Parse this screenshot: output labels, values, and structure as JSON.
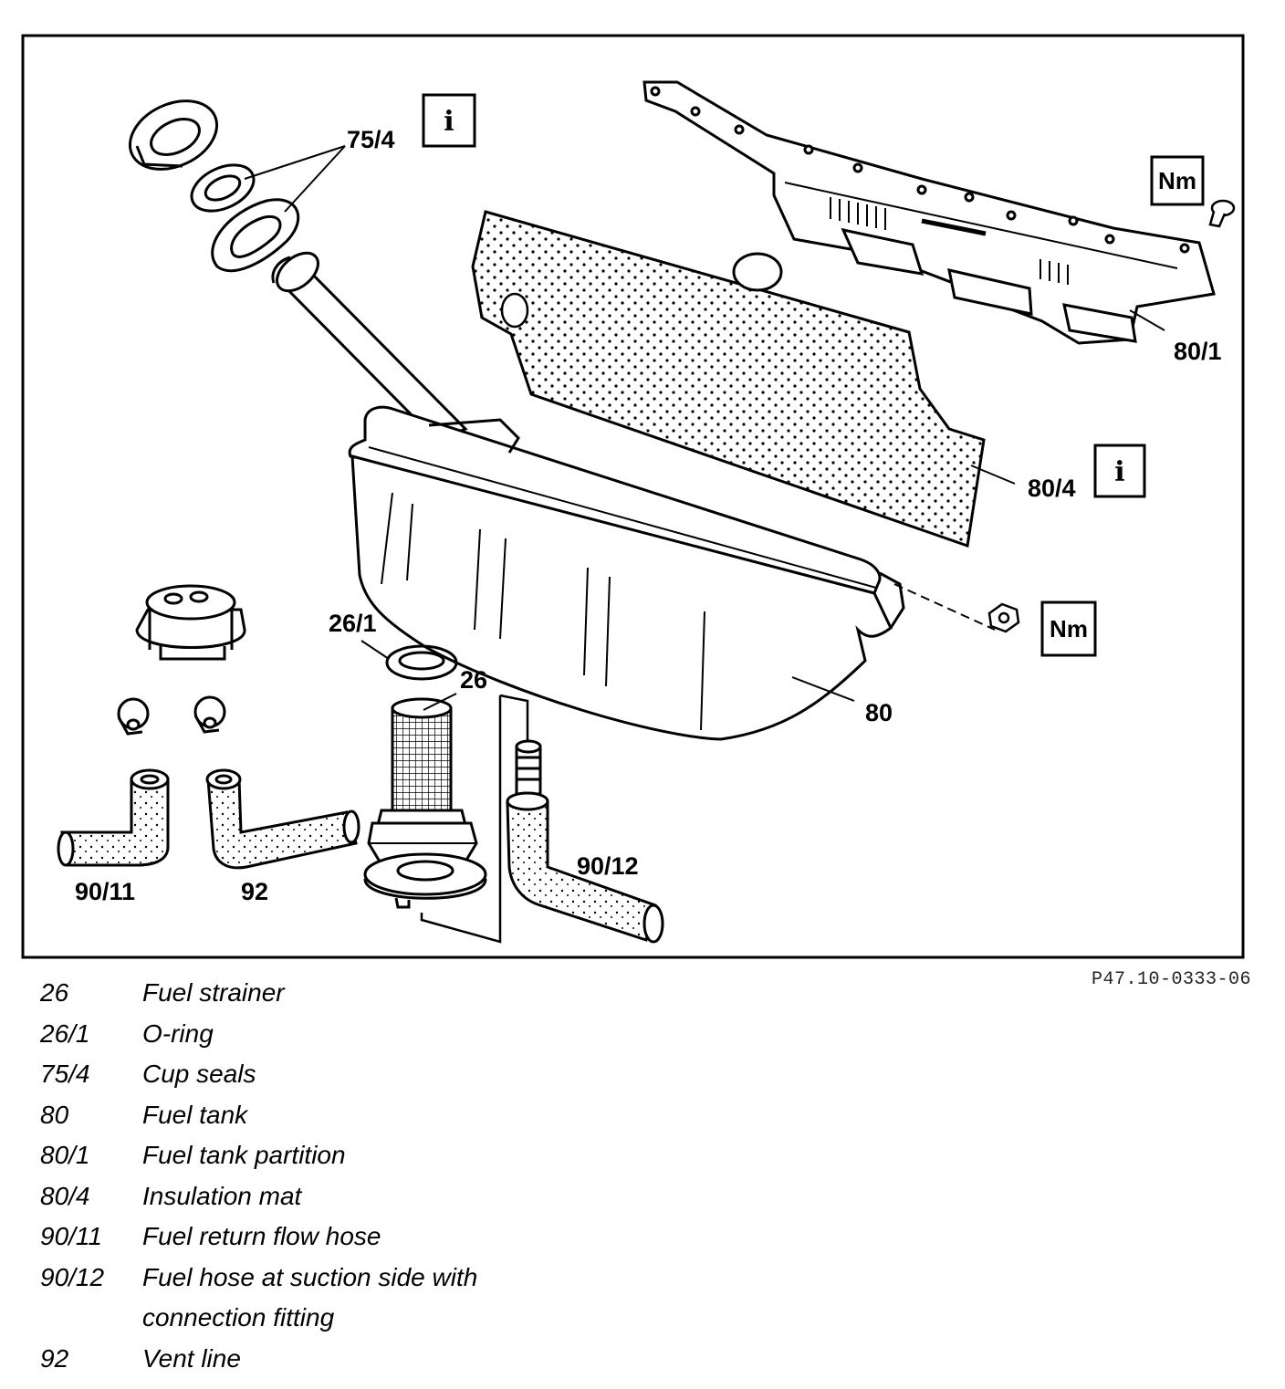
{
  "diagram": {
    "callouts": {
      "c75_4": "75/4",
      "c80_1": "80/1",
      "c80_4": "80/4",
      "c26_1": "26/1",
      "c26": "26",
      "c80": "80",
      "c90_12": "90/12",
      "c90_11": "90/11",
      "c92": "92"
    },
    "badges": {
      "nm": "Nm",
      "info": "i"
    },
    "reference": "P47.10-0333-06"
  },
  "legend": [
    {
      "code": "26",
      "desc": "Fuel strainer"
    },
    {
      "code": "26/1",
      "desc": "O-ring"
    },
    {
      "code": "75/4",
      "desc": "Cup seals"
    },
    {
      "code": "80",
      "desc": "Fuel tank"
    },
    {
      "code": "80/1",
      "desc": "Fuel tank partition"
    },
    {
      "code": "80/4",
      "desc": "Insulation mat"
    },
    {
      "code": "90/11",
      "desc": "Fuel return flow hose"
    },
    {
      "code": "90/12",
      "desc": "Fuel hose at suction side with"
    },
    {
      "code": "",
      "desc": "connection fitting"
    },
    {
      "code": "92",
      "desc": "Vent line"
    }
  ]
}
